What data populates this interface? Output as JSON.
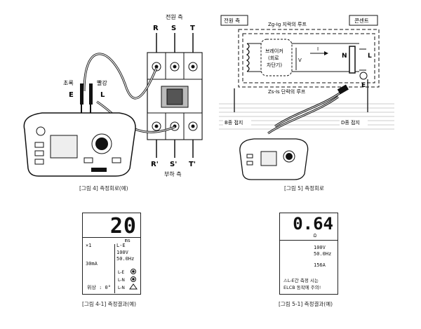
{
  "figure4": {
    "label_source": "전원 측",
    "label_load": "부하 측",
    "terminals_top": [
      "R",
      "S",
      "T"
    ],
    "terminals_bottom": [
      "R'",
      "S'",
      "T'"
    ],
    "probe_green": "초록",
    "probe_red": "빨강",
    "probe_e": "E",
    "probe_l": "L",
    "caption": "[그림 4] 측정회로(예)"
  },
  "figure5": {
    "label_source": "전원 측",
    "label_outlet": "콘센트",
    "loop_top": "Zg-Ig 지락의 루프",
    "loop_bottom": "Zs-Is 단락의 루프",
    "breaker_line1": "브레이커",
    "breaker_line2": "(회로",
    "breaker_line3": "차단기)",
    "current_label": "I",
    "voltage_label": "V",
    "label_n": "N",
    "label_l": "L",
    "label_e": "E",
    "ground_b": "B종 접지",
    "ground_d": "D종 접지",
    "caption": "[그림 5] 측정회로"
  },
  "result4": {
    "value": "20",
    "unit": "ms",
    "multiplier": "×1",
    "mode": "L-E",
    "voltage": "100V",
    "frequency": "50.0Hz",
    "current": "30mA",
    "phase": "위상 : 0°",
    "caption": "[그림 4-1] 측정결과(예)"
  },
  "result5": {
    "value": "0.64",
    "unit": "Ω",
    "voltage": "100V",
    "frequency": "50.0Hz",
    "current": "156A",
    "warning_line1": "⚠L-E간 측정 시는",
    "warning_line2": "ELCB 동작에 주의!",
    "caption": "[그림 5-1] 측정결과(예)"
  }
}
